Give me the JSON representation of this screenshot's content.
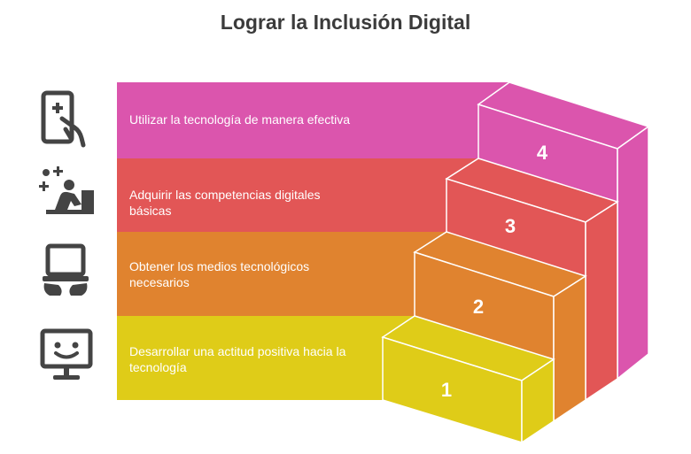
{
  "title": "Lograr la Inclusión Digital",
  "steps": [
    {
      "number": "1",
      "label": "Desarrollar una actitud positiva hacia la tecnología",
      "color": "#dfcc18",
      "icon": "smiling-monitor-icon"
    },
    {
      "number": "2",
      "label": "Obtener los medios tecnológicos necesarios",
      "color": "#e0832f",
      "icon": "laptop-hands-icon"
    },
    {
      "number": "3",
      "label": "Adquirir las competencias digitales básicas",
      "color": "#e25656",
      "icon": "person-at-computer-icon"
    },
    {
      "number": "4",
      "label": "Utilizar la tecnología de manera efectiva",
      "color": "#db55ad",
      "icon": "tablet-touch-icon"
    }
  ],
  "icon_color": "#444444"
}
